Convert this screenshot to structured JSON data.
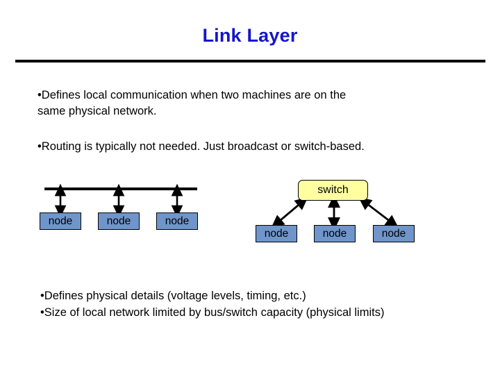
{
  "slide": {
    "title": "Link Layer",
    "title_color": "#1414cc",
    "background": "#ffffff"
  },
  "bullets": {
    "top": [
      {
        "line1": "•Defines local communication when two machines are on the",
        "line2": "same physical network."
      },
      {
        "line1": "•Routing is typically not needed. Just broadcast or switch-based."
      }
    ],
    "bottom": [
      "•Defines physical details (voltage levels, timing, etc.)",
      "•Size of local network limited by bus/switch capacity (physical limits)"
    ]
  },
  "diagram": {
    "bus": {
      "node_label_1": "node",
      "node_label_2": "node",
      "node_label_3": "node",
      "node_fill": "#6f95ca",
      "line_color": "#000000"
    },
    "switch": {
      "label": "switch",
      "fill": "#ffffa2",
      "node_label_1": "node",
      "node_label_2": "node",
      "node_label_3": "node",
      "node_fill": "#6f95ca"
    }
  }
}
